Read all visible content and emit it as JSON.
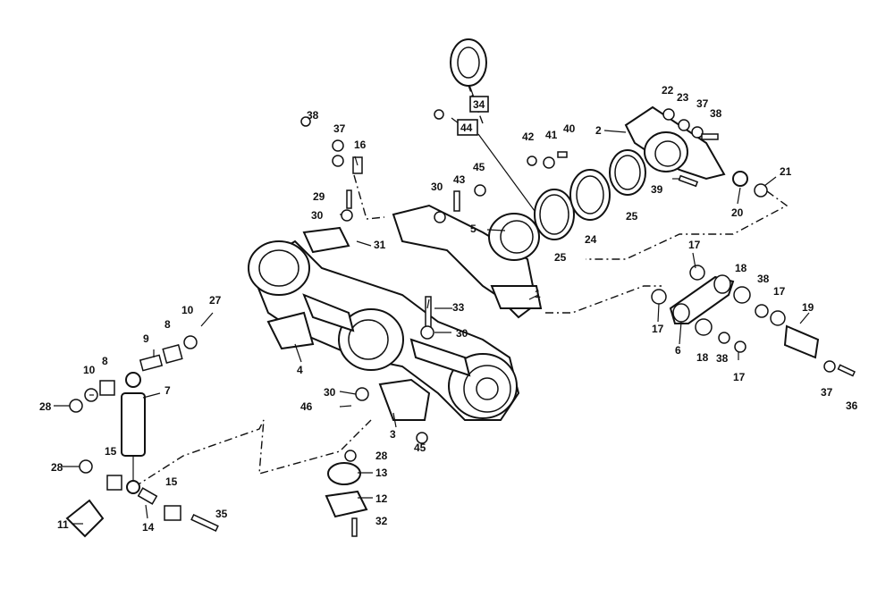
{
  "callouts": {
    "c1": "1",
    "c2": "2",
    "c3": "3",
    "c4": "4",
    "c5": "5",
    "c6": "6",
    "c7": "7",
    "c8a": "8",
    "c8b": "8",
    "c9": "9",
    "c10a": "10",
    "c10b": "10",
    "c11": "11",
    "c12": "12",
    "c13": "13",
    "c14": "14",
    "c15a": "15",
    "c15b": "15",
    "c16": "16",
    "c17a": "17",
    "c17b": "17",
    "c17c": "17",
    "c17d": "17",
    "c18a": "18",
    "c18b": "18",
    "c19": "19",
    "c20": "20",
    "c21": "21",
    "c22": "22",
    "c23": "23",
    "c24": "24",
    "c25a": "25",
    "c25b": "25",
    "c27": "27",
    "c28a": "28",
    "c28b": "28",
    "c28c": "28",
    "c29": "29",
    "c30a": "30",
    "c30b": "30",
    "c30c": "30",
    "c30d": "30",
    "c31": "31",
    "c32": "32",
    "c33": "33",
    "c34": "34",
    "c35": "35",
    "c36": "36",
    "c37a": "37",
    "c37b": "37",
    "c37c": "37",
    "c38a": "38",
    "c38b": "38",
    "c38c": "38",
    "c38d": "38",
    "c39": "39",
    "c40": "40",
    "c41": "41",
    "c42": "42",
    "c43": "43",
    "c44": "44",
    "c45a": "45",
    "c45b": "45",
    "c46": "46"
  }
}
